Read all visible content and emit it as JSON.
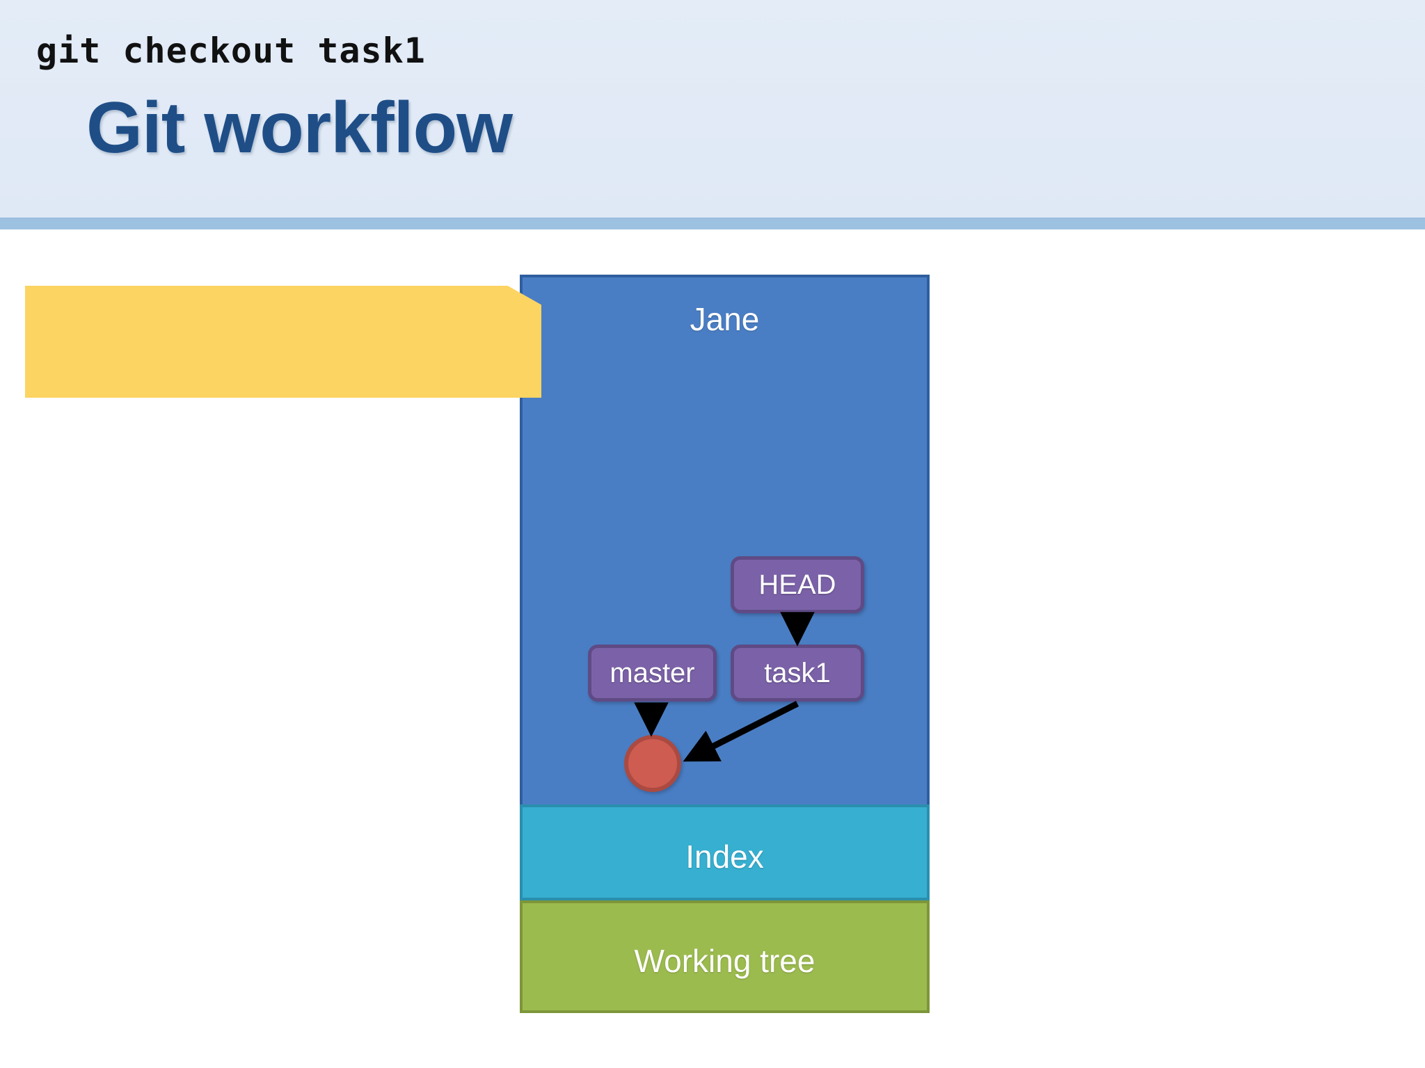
{
  "slide": {
    "title": "Git workflow",
    "title_color": "#1f4e87",
    "header_background": "#e1eaf6",
    "header_rule_color": "#9dc1e0",
    "background": "#ffffff"
  },
  "callout": {
    "command": "git checkout task1",
    "fill_color": "#fcd462",
    "text_color": "#111111"
  },
  "repository": {
    "zones": [
      {
        "name": "Jane",
        "label": "Jane",
        "fill": "#4a7ec4",
        "border": "#2e5f9e"
      },
      {
        "name": "Index",
        "label": "Index",
        "fill": "#37afd0",
        "border": "#2a8fae"
      },
      {
        "name": "Working tree",
        "label": "Working tree",
        "fill": "#9cbb4f",
        "border": "#7d9639"
      }
    ],
    "refs": [
      {
        "id": "head",
        "label": "HEAD",
        "fill": "#7b62a8",
        "border": "#5f4a85"
      },
      {
        "id": "master",
        "label": "master",
        "fill": "#7b62a8",
        "border": "#5f4a85"
      },
      {
        "id": "task1",
        "label": "task1",
        "fill": "#7b62a8",
        "border": "#5f4a85"
      }
    ],
    "commits": [
      {
        "id": "c1",
        "fill": "#ce5c51",
        "border": "#ab4a41"
      }
    ],
    "arrows": [
      {
        "from": "HEAD",
        "to": "task1"
      },
      {
        "from": "master",
        "to": "c1"
      },
      {
        "from": "task1",
        "to": "c1"
      }
    ]
  }
}
